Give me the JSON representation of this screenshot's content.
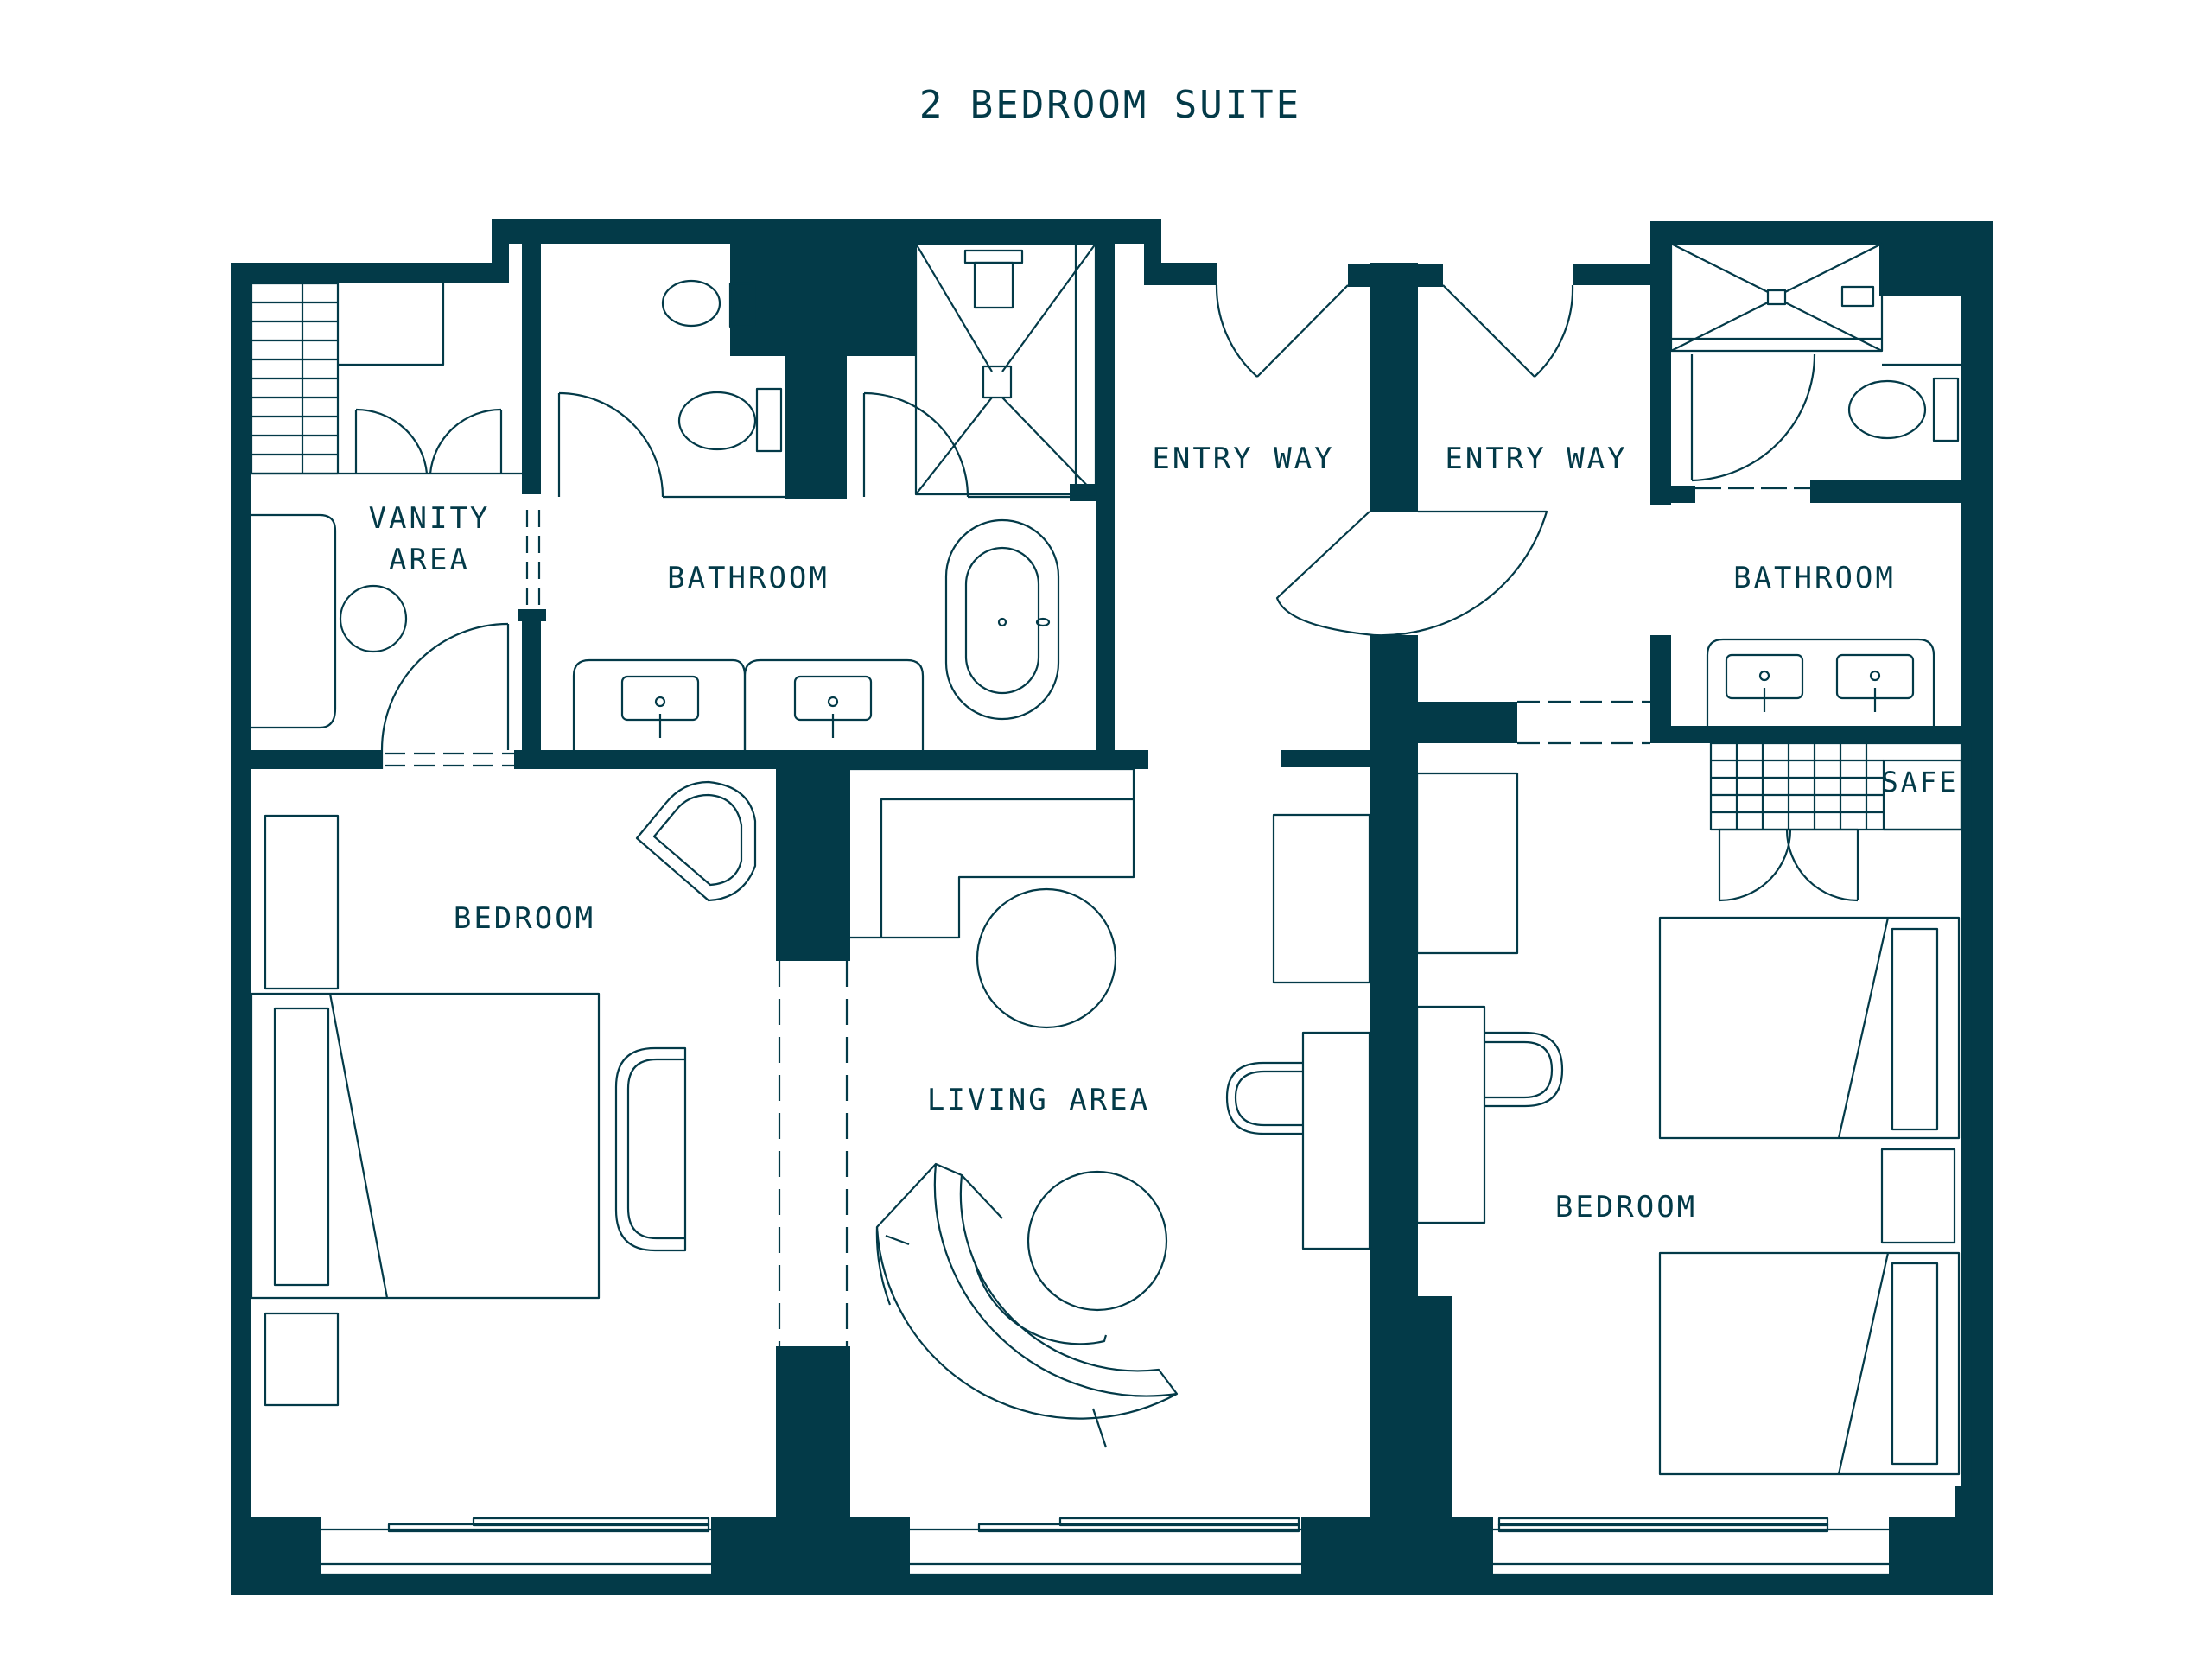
{
  "title": "2 BEDROOM SUITE",
  "colors": {
    "wall": "#033a48",
    "background": "#ffffff"
  },
  "labels": {
    "vanity_line1": "VANITY",
    "vanity_line2": "AREA",
    "bathroom_left": "BATHROOM",
    "entry_left": "ENTRY WAY",
    "entry_right": "ENTRY WAY",
    "bathroom_right": "BATHROOM",
    "safe": "SAFE",
    "bedroom_left": "BEDROOM",
    "living_area": "LIVING AREA",
    "bedroom_right": "BEDROOM"
  }
}
